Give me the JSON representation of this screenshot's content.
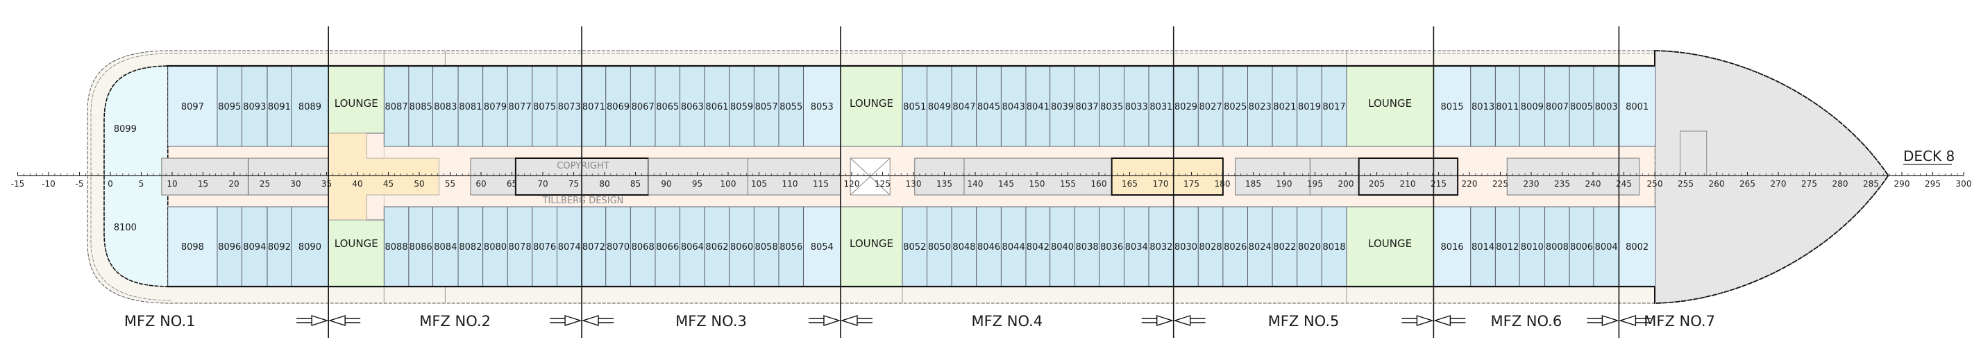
{
  "title": "DECK 8",
  "watermark": [
    "COPYRIGHT",
    "TILLBERG DESIGN"
  ],
  "colors": {
    "cabin": "#cfe9f5",
    "cabin_light": "#dcf1f9",
    "cabin_end": "#e8f9fb",
    "lounge": "#e4f6d8",
    "corridor": "#fdf1e8",
    "service": "#e4e4e4",
    "feature": "#fdebc5",
    "promenade": "#f8f5ee",
    "bow": "#e6e6e6",
    "line": "#222222"
  },
  "ruler": {
    "min": -15,
    "max": 300,
    "step": 5
  },
  "lounge_label": "LOUNGE",
  "end_cabins": [
    "8099",
    "8100"
  ],
  "cabins_top": [
    {
      "no": "8097",
      "from": 9.3,
      "to": 17.3,
      "shade": "light"
    },
    {
      "no": "8095",
      "from": 17.3,
      "to": 21.3
    },
    {
      "no": "8093",
      "from": 21.3,
      "to": 25.4
    },
    {
      "no": "8091",
      "from": 25.4,
      "to": 29.3
    },
    {
      "no": "8089",
      "from": 29.3,
      "to": 35.3
    },
    {
      "no": "8087",
      "from": 44.3,
      "to": 48.3
    },
    {
      "no": "8085",
      "from": 48.3,
      "to": 52.2
    },
    {
      "no": "8083",
      "from": 52.2,
      "to": 56.3
    },
    {
      "no": "8081",
      "from": 56.3,
      "to": 60.3
    },
    {
      "no": "8079",
      "from": 60.3,
      "to": 64.3
    },
    {
      "no": "8077",
      "from": 64.3,
      "to": 68.3
    },
    {
      "no": "8075",
      "from": 68.3,
      "to": 72.3
    },
    {
      "no": "8073",
      "from": 72.3,
      "to": 76.3
    },
    {
      "no": "8071",
      "from": 76.3,
      "to": 80.2
    },
    {
      "no": "8069",
      "from": 80.2,
      "to": 84.2
    },
    {
      "no": "8067",
      "from": 84.2,
      "to": 88.2
    },
    {
      "no": "8065",
      "from": 88.2,
      "to": 92.2
    },
    {
      "no": "8063",
      "from": 92.2,
      "to": 96.2
    },
    {
      "no": "8061",
      "from": 96.2,
      "to": 100.2
    },
    {
      "no": "8059",
      "from": 100.2,
      "to": 104.2
    },
    {
      "no": "8057",
      "from": 104.2,
      "to": 108.2
    },
    {
      "no": "8055",
      "from": 108.2,
      "to": 112.2
    },
    {
      "no": "8053",
      "from": 112.2,
      "to": 118.2,
      "shade": "light"
    },
    {
      "no": "8051",
      "from": 128.2,
      "to": 132.2
    },
    {
      "no": "8049",
      "from": 132.2,
      "to": 136.2
    },
    {
      "no": "8047",
      "from": 136.2,
      "to": 140.2
    },
    {
      "no": "8045",
      "from": 140.2,
      "to": 144.2
    },
    {
      "no": "8043",
      "from": 144.2,
      "to": 148.2
    },
    {
      "no": "8041",
      "from": 148.2,
      "to": 152.1
    },
    {
      "no": "8039",
      "from": 152.1,
      "to": 156.1
    },
    {
      "no": "8037",
      "from": 156.1,
      "to": 160.1
    },
    {
      "no": "8035",
      "from": 160.1,
      "to": 164.1
    },
    {
      "no": "8033",
      "from": 164.1,
      "to": 168.1
    },
    {
      "no": "8031",
      "from": 168.1,
      "to": 172.1
    },
    {
      "no": "8029",
      "from": 172.1,
      "to": 176.1
    },
    {
      "no": "8027",
      "from": 176.1,
      "to": 180.1
    },
    {
      "no": "8025",
      "from": 180.1,
      "to": 184.1
    },
    {
      "no": "8023",
      "from": 184.1,
      "to": 188.1
    },
    {
      "no": "8021",
      "from": 188.1,
      "to": 192.1
    },
    {
      "no": "8019",
      "from": 192.1,
      "to": 196.1
    },
    {
      "no": "8017",
      "from": 196.1,
      "to": 200.1
    },
    {
      "no": "8015",
      "from": 214.2,
      "to": 220.2,
      "shade": "light"
    },
    {
      "no": "8013",
      "from": 220.2,
      "to": 224.2
    },
    {
      "no": "8011",
      "from": 224.2,
      "to": 228.1
    },
    {
      "no": "8009",
      "from": 228.1,
      "to": 232.2
    },
    {
      "no": "8007",
      "from": 232.2,
      "to": 236.2
    },
    {
      "no": "8005",
      "from": 236.2,
      "to": 240.1
    },
    {
      "no": "8003",
      "from": 240.1,
      "to": 244.2
    },
    {
      "no": "8001",
      "from": 244.2,
      "to": 250.1,
      "shade": "light"
    }
  ],
  "cabins_bottom": [
    {
      "no": "8098",
      "from": 9.3,
      "to": 17.3,
      "shade": "light"
    },
    {
      "no": "8096",
      "from": 17.3,
      "to": 21.3
    },
    {
      "no": "8094",
      "from": 21.3,
      "to": 25.4
    },
    {
      "no": "8092",
      "from": 25.4,
      "to": 29.3
    },
    {
      "no": "8090",
      "from": 29.3,
      "to": 35.3
    },
    {
      "no": "8088",
      "from": 44.3,
      "to": 48.3
    },
    {
      "no": "8086",
      "from": 48.3,
      "to": 52.2
    },
    {
      "no": "8084",
      "from": 52.2,
      "to": 56.3
    },
    {
      "no": "8082",
      "from": 56.3,
      "to": 60.3
    },
    {
      "no": "8080",
      "from": 60.3,
      "to": 64.3
    },
    {
      "no": "8078",
      "from": 64.3,
      "to": 68.3
    },
    {
      "no": "8076",
      "from": 68.3,
      "to": 72.3
    },
    {
      "no": "8074",
      "from": 72.3,
      "to": 76.3
    },
    {
      "no": "8072",
      "from": 76.3,
      "to": 80.2
    },
    {
      "no": "8070",
      "from": 80.2,
      "to": 84.2
    },
    {
      "no": "8068",
      "from": 84.2,
      "to": 88.2
    },
    {
      "no": "8066",
      "from": 88.2,
      "to": 92.2
    },
    {
      "no": "8064",
      "from": 92.2,
      "to": 96.2
    },
    {
      "no": "8062",
      "from": 96.2,
      "to": 100.2
    },
    {
      "no": "8060",
      "from": 100.2,
      "to": 104.2
    },
    {
      "no": "8058",
      "from": 104.2,
      "to": 108.2
    },
    {
      "no": "8056",
      "from": 108.2,
      "to": 112.2
    },
    {
      "no": "8054",
      "from": 112.2,
      "to": 118.2,
      "shade": "light"
    },
    {
      "no": "8052",
      "from": 128.2,
      "to": 132.2
    },
    {
      "no": "8050",
      "from": 132.2,
      "to": 136.2
    },
    {
      "no": "8048",
      "from": 136.2,
      "to": 140.2
    },
    {
      "no": "8046",
      "from": 140.2,
      "to": 144.2
    },
    {
      "no": "8044",
      "from": 144.2,
      "to": 148.2
    },
    {
      "no": "8042",
      "from": 148.2,
      "to": 152.1
    },
    {
      "no": "8040",
      "from": 152.1,
      "to": 156.1
    },
    {
      "no": "8038",
      "from": 156.1,
      "to": 160.1
    },
    {
      "no": "8036",
      "from": 160.1,
      "to": 164.1
    },
    {
      "no": "8034",
      "from": 164.1,
      "to": 168.1
    },
    {
      "no": "8032",
      "from": 168.1,
      "to": 172.1
    },
    {
      "no": "8030",
      "from": 172.1,
      "to": 176.1
    },
    {
      "no": "8028",
      "from": 176.1,
      "to": 180.1
    },
    {
      "no": "8026",
      "from": 180.1,
      "to": 184.1
    },
    {
      "no": "8024",
      "from": 184.1,
      "to": 188.1
    },
    {
      "no": "8022",
      "from": 188.1,
      "to": 192.1
    },
    {
      "no": "8020",
      "from": 192.1,
      "to": 196.1
    },
    {
      "no": "8018",
      "from": 196.1,
      "to": 200.1
    },
    {
      "no": "8016",
      "from": 214.2,
      "to": 220.2,
      "shade": "light"
    },
    {
      "no": "8014",
      "from": 220.2,
      "to": 224.2
    },
    {
      "no": "8012",
      "from": 224.2,
      "to": 228.1
    },
    {
      "no": "8010",
      "from": 228.1,
      "to": 232.2
    },
    {
      "no": "8008",
      "from": 232.2,
      "to": 236.2
    },
    {
      "no": "8006",
      "from": 236.2,
      "to": 240.1
    },
    {
      "no": "8004",
      "from": 240.1,
      "to": 244.2
    },
    {
      "no": "8002",
      "from": 244.2,
      "to": 250.1,
      "shade": "light"
    }
  ],
  "lounges": [
    {
      "from": 35.3,
      "to": 44.3,
      "small": true
    },
    {
      "from": 118.2,
      "to": 128.2
    },
    {
      "from": 200.1,
      "to": 214.2
    }
  ],
  "service_blocks": [
    {
      "from": 8.3,
      "to": 35.3,
      "dividers": [
        22.3
      ]
    },
    {
      "from": 58.3,
      "to": 65.6,
      "dividers": []
    },
    {
      "from": 65.6,
      "to": 87.1,
      "dividers": [],
      "bold": true
    },
    {
      "from": 87.1,
      "to": 103.2,
      "dividers": []
    },
    {
      "from": 103.2,
      "to": 118.2,
      "dividers": []
    },
    {
      "from": 130.2,
      "to": 138.2,
      "dividers": []
    },
    {
      "from": 138.2,
      "to": 162.1,
      "dividers": []
    },
    {
      "from": 182.1,
      "to": 194.2,
      "dividers": []
    },
    {
      "from": 194.2,
      "to": 202.1,
      "dividers": []
    },
    {
      "from": 202.1,
      "to": 218.1,
      "dividers": [],
      "bold": true
    },
    {
      "from": 226.1,
      "to": 244.2,
      "dividers": []
    },
    {
      "from": 244.2,
      "to": 247.5,
      "dividers": []
    }
  ],
  "feature_blocks": [
    {
      "from": 162.1,
      "to": 180.1,
      "bold": true
    }
  ],
  "stair_void": {
    "from": 119.8,
    "to": 126.2
  },
  "fire_zones": [
    {
      "label": "MFZ NO.1",
      "from": -6,
      "to": 35.3
    },
    {
      "label": "MFZ NO.2",
      "from": 35.3,
      "to": 76.3
    },
    {
      "label": "MFZ NO.3",
      "from": 76.3,
      "to": 118.2
    },
    {
      "label": "MFZ NO.4",
      "from": 118.2,
      "to": 172.1
    },
    {
      "label": "MFZ NO.5",
      "from": 172.1,
      "to": 214.2
    },
    {
      "label": "MFZ NO.6",
      "from": 214.2,
      "to": 244.2
    },
    {
      "label": "MFZ NO.7",
      "from": 244.2,
      "to": 262
    }
  ]
}
